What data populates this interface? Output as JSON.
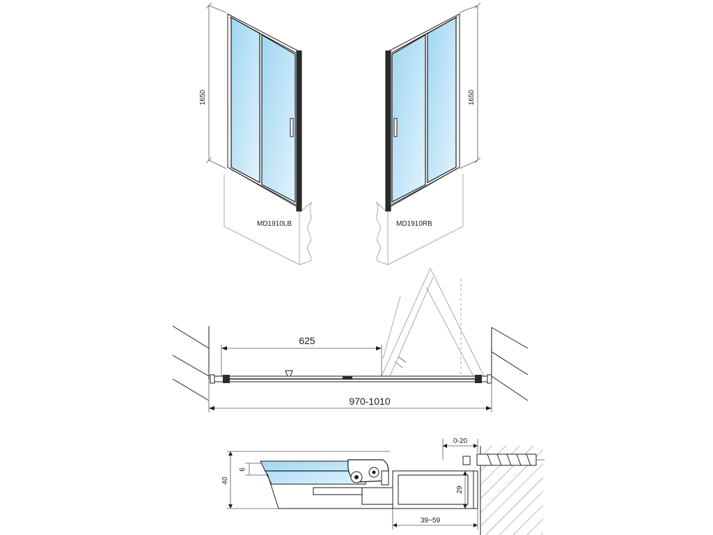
{
  "views": {
    "left_model": "MD1910LB",
    "right_model": "MD1910RB",
    "height_left": "1650",
    "height_right": "1650"
  },
  "plan": {
    "door_opening": "625",
    "width_range": "970-1010"
  },
  "profile": {
    "adjust_range": "0-20",
    "depth": "40",
    "glass": "6",
    "channel": "29",
    "wall_profile": "39~59"
  },
  "colors": {
    "glass_top": "#9fd6f3",
    "glass_bottom": "#d8effa",
    "line": "#1a1a1a",
    "wall": "#a8a8a8"
  }
}
